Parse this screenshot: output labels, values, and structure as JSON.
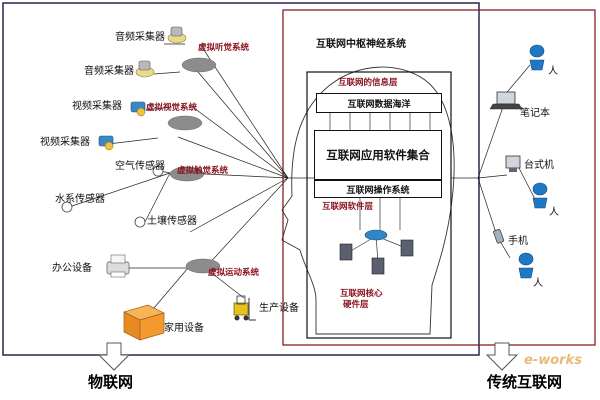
{
  "left_region": {
    "sensors": {
      "audio_1": "音频采集器",
      "audio_2": "音频采集器",
      "video_1": "视频采集器",
      "video_2": "视频采集器",
      "air": "空气传感器",
      "water": "水系传感器",
      "soil": "土壤传感器",
      "office": "办公设备",
      "home": "家用设备",
      "production": "生产设备"
    },
    "virtual_systems": {
      "hearing": "虚拟听觉系统",
      "vision": "虚拟视觉系统",
      "touch": "虚拟触觉系统",
      "motion": "虚拟运动系统"
    },
    "bottom_label": "物联网"
  },
  "center_region": {
    "title": "互联网中枢神经系统",
    "info_layer_label": "互联网的信息层",
    "data_ocean": "互联网数据海洋",
    "app_software": "互联网应用软件集合",
    "os": "互联网操作系统",
    "software_layer_label": "互联网软件层",
    "hardware_layer_label_1": "互联网核心",
    "hardware_layer_label_2": "硬件层"
  },
  "right_region": {
    "laptop": "笔记本",
    "desktop": "台式机",
    "phone": "手机",
    "person_1": "人",
    "person_2": "人",
    "person_3": "人",
    "bottom_label": "传统互联网"
  },
  "watermark": "e-works",
  "colors": {
    "frame_dark": "#2a2350",
    "frame_red": "#8a1c24",
    "node_gray": "#8c8c8c",
    "person_blue": "#1f78c4",
    "virtual_text": "#8a1420"
  }
}
